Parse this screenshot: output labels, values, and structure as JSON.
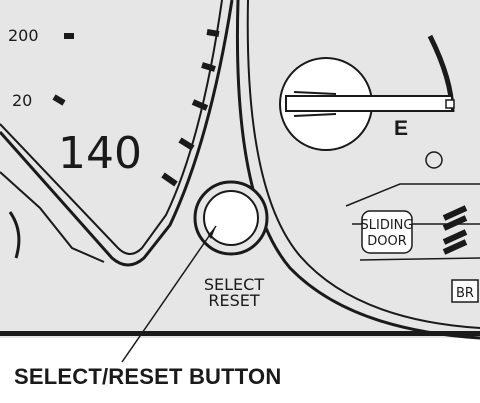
{
  "gauge": {
    "tick_labels": [
      "200",
      "20",
      "140"
    ],
    "fuel_letter": "E"
  },
  "button": {
    "label_line1": "SELECT",
    "label_line2": "RESET"
  },
  "indicators": {
    "sliding_door_line1": "SLIDING",
    "sliding_door_line2": "DOOR",
    "brake": "BR"
  },
  "caption": "SELECT/RESET BUTTON",
  "colors": {
    "panel": "#e6e6e6",
    "line": "#1a1a1a"
  }
}
